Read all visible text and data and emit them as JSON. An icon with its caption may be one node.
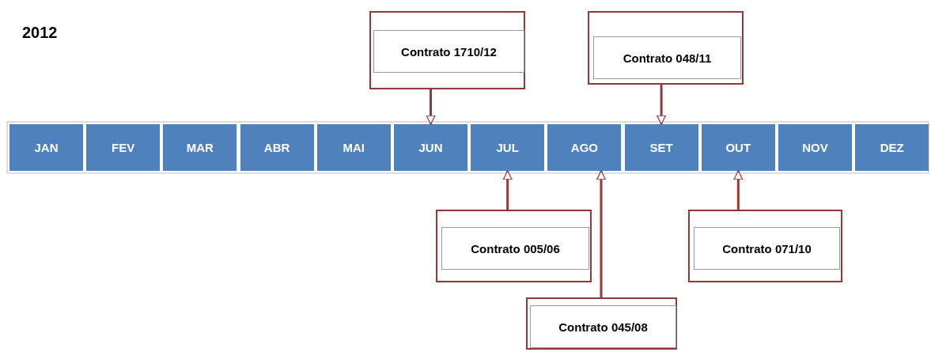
{
  "diagram": {
    "title": "2012",
    "nodes": [
      {
        "text": [
          "JAN"
        ]
      },
      {
        "text": [
          "FEV"
        ]
      },
      {
        "text": [
          "MAR"
        ]
      },
      {
        "text": [
          "ABR"
        ]
      },
      {
        "text": [
          "MAI"
        ]
      },
      {
        "text": [
          "JUN"
        ]
      },
      {
        "text": [
          "JUL"
        ]
      },
      {
        "text": [
          "AGO"
        ]
      },
      {
        "text": [
          "SET"
        ]
      },
      {
        "text": [
          "OUT"
        ]
      },
      {
        "text": [
          "NOV"
        ]
      },
      {
        "text": [
          "DEZ"
        ]
      },
      {
        "text": [
          "Contrato 1710/12"
        ]
      },
      {
        "text": [
          "Contrato 048/11"
        ]
      },
      {
        "text": [
          "Contrato 005/06"
        ]
      },
      {
        "text": [
          "Contrato 071/10"
        ]
      },
      {
        "text": [
          "Contrato 045/08"
        ]
      }
    ],
    "edges": [
      {
        "from": 12,
        "to": 5,
        "arrow": "to"
      },
      {
        "from": 13,
        "to": 8,
        "arrow": "to"
      },
      {
        "from": 14,
        "to": 6,
        "arrow": "to"
      },
      {
        "from": 16,
        "to": 7,
        "arrow": "to"
      },
      {
        "from": 15,
        "to": 9,
        "arrow": "to"
      }
    ]
  }
}
